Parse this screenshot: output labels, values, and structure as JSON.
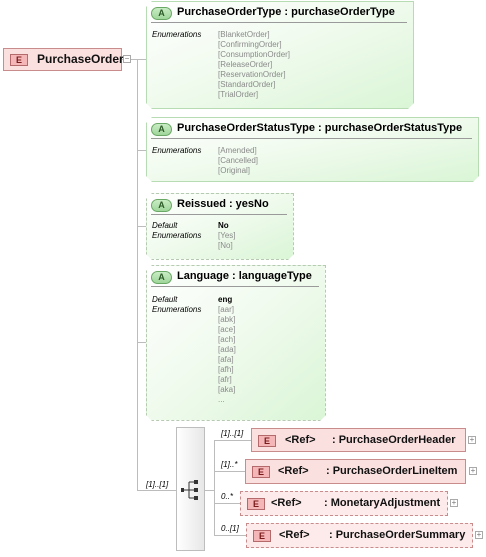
{
  "root": {
    "badge": "E",
    "name": "PurchaseOrder"
  },
  "attributes": [
    {
      "badge": "A",
      "title": "PurchaseOrderType : purchaseOrderType",
      "enumerations_label": "Enumerations",
      "enumerations": [
        "[BlanketOrder]",
        "[ConfirmingOrder]",
        "[ConsumptionOrder]",
        "[ReleaseOrder]",
        "[ReservationOrder]",
        "[StandardOrder]",
        "[TrialOrder]"
      ]
    },
    {
      "badge": "A",
      "title": "PurchaseOrderStatusType : purchaseOrderStatusType",
      "enumerations_label": "Enumerations",
      "enumerations": [
        "[Amended]",
        "[Cancelled]",
        "[Original]"
      ]
    },
    {
      "badge": "A",
      "title": "Reissued : yesNo",
      "default_label": "Default",
      "default": "No",
      "enumerations_label": "Enumerations",
      "enumerations": [
        "[Yes]",
        "[No]"
      ]
    },
    {
      "badge": "A",
      "title": "Language : languageType",
      "default_label": "Default",
      "default": "eng",
      "enumerations_label": "Enumerations",
      "enumerations": [
        "[aar]",
        "[abk]",
        "[ace]",
        "[ach]",
        "[ada]",
        "[afa]",
        "[afh]",
        "[afr]",
        "[aka]",
        "..."
      ]
    }
  ],
  "sequence": {
    "cardinality": "[1]..[1]",
    "icon": "sequence-icon"
  },
  "children": [
    {
      "badge": "E",
      "ref": "<Ref>",
      "name": ": PurchaseOrderHeader",
      "cardinality": "[1]..[1]"
    },
    {
      "badge": "E",
      "ref": "<Ref>",
      "name": ": PurchaseOrderLineItem",
      "cardinality": "[1]..*"
    },
    {
      "badge": "E",
      "ref": "<Ref>",
      "name": ": MonetaryAdjustment",
      "cardinality": "0..*"
    },
    {
      "badge": "E",
      "ref": "<Ref>",
      "name": ": PurchaseOrderSummary",
      "cardinality": "0..[1]"
    }
  ],
  "expand_glyph": "+",
  "colors": {
    "element_fill": "#fbe0e0",
    "element_border": "#c98c8c",
    "attribute_fill": "#daf5d6",
    "attribute_border": "#b7dcb3",
    "connector": "#bcbcbc"
  }
}
